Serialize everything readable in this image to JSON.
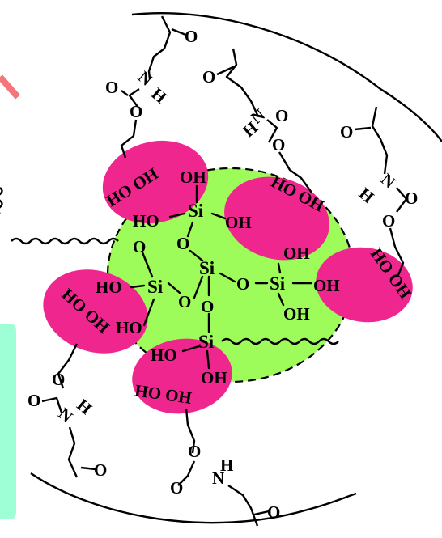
{
  "colors": {
    "core": "#9dfb5a",
    "hydroxyl_blob": "#f0268f",
    "side_panel": "#9efed6",
    "accent_stroke": "#f2767a",
    "ink": "#000000"
  },
  "labels": {
    "si": "Si",
    "o": "O",
    "oh": "OH",
    "ho": "HO",
    "n": "N",
    "h": "H",
    "ho_oh": "HO OH"
  },
  "icons": [
    "wavy-bond-icon"
  ]
}
